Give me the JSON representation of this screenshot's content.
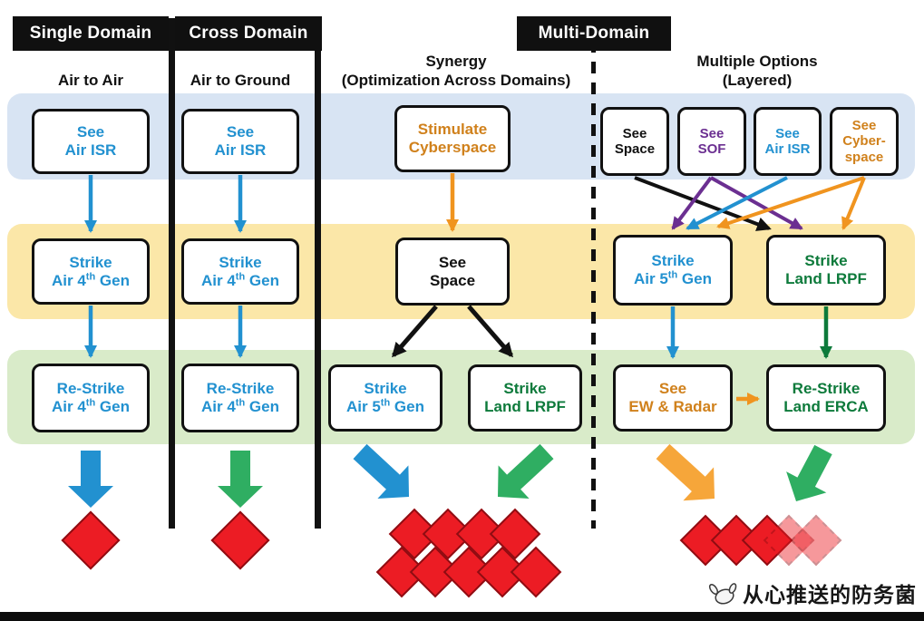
{
  "colors": {
    "blue": "#2291d0",
    "green_text": "#0d7a3b",
    "green_arrow": "#2fae62",
    "orange": "#d0811c",
    "orange_arrow": "#f0941f",
    "yellow_arrow": "#f6a63a",
    "purple": "#6b2f91",
    "red": "#ec1c24",
    "band_blue": "#d8e4f3",
    "band_yellow": "#fbe7a8",
    "band_green": "#d9ebc9"
  },
  "headers": {
    "single": "Single Domain",
    "cross": "Cross Domain",
    "multi": "Multi-Domain"
  },
  "column_titles": {
    "air_to_air": "Air to Air",
    "air_to_ground": "Air to Ground",
    "synergy_1": "Synergy",
    "synergy_2": "(Optimization Across Domains)",
    "options_1": "Multiple Options",
    "options_2": "(Layered)"
  },
  "boxes": {
    "c1_see": {
      "l1": "See",
      "l2": "Air ISR"
    },
    "c1_strike": {
      "l1": "Strike",
      "l2a": "Air 4",
      "sup": "th",
      "l2b": " Gen"
    },
    "c1_restrike": {
      "l1": "Re-Strike",
      "l2a": "Air 4",
      "sup": "th",
      "l2b": " Gen"
    },
    "c2_see": {
      "l1": "See",
      "l2": "Air ISR"
    },
    "c2_strike": {
      "l1": "Strike",
      "l2a": "Air 4",
      "sup": "th",
      "l2b": " Gen"
    },
    "c2_restrike": {
      "l1": "Re-Strike",
      "l2a": "Air 4",
      "sup": "th",
      "l2b": " Gen"
    },
    "c3_stimulate": {
      "l1": "Stimulate",
      "l2": "Cyberspace"
    },
    "c3_see_space": {
      "l1": "See",
      "l2": "Space"
    },
    "c3_strike_air": {
      "l1": "Strike",
      "l2a": "Air 5",
      "sup": "th",
      "l2b": " Gen"
    },
    "c3_strike_land": {
      "l1": "Strike",
      "l2": "Land LRPF"
    },
    "c4_see_space": {
      "l1": "See",
      "l2": "Space"
    },
    "c4_see_sof": {
      "l1": "See",
      "l2": "SOF"
    },
    "c4_see_isr": {
      "l1": "See",
      "l2": "Air ISR"
    },
    "c4_see_cyber": {
      "l1": "See",
      "l2": "Cyber-",
      "l3": "space"
    },
    "c4_strike_air": {
      "l1": "Strike",
      "l2a": "Air 5",
      "sup": "th",
      "l2b": " Gen"
    },
    "c4_strike_land": {
      "l1": "Strike",
      "l2": "Land LRPF"
    },
    "c4_see_ew": {
      "l1": "See",
      "l2": "EW & Radar"
    },
    "c4_restrike_land": {
      "l1": "Re-Strike",
      "l2": "Land ERCA"
    }
  },
  "diamonds": {
    "col1_count": 1,
    "col2_count": 1,
    "col3_top_count": 4,
    "col3_bottom_count": 5,
    "col4_solid_count": 3,
    "col4_faded_count": 2
  },
  "watermark": "从心推送的防务菌"
}
